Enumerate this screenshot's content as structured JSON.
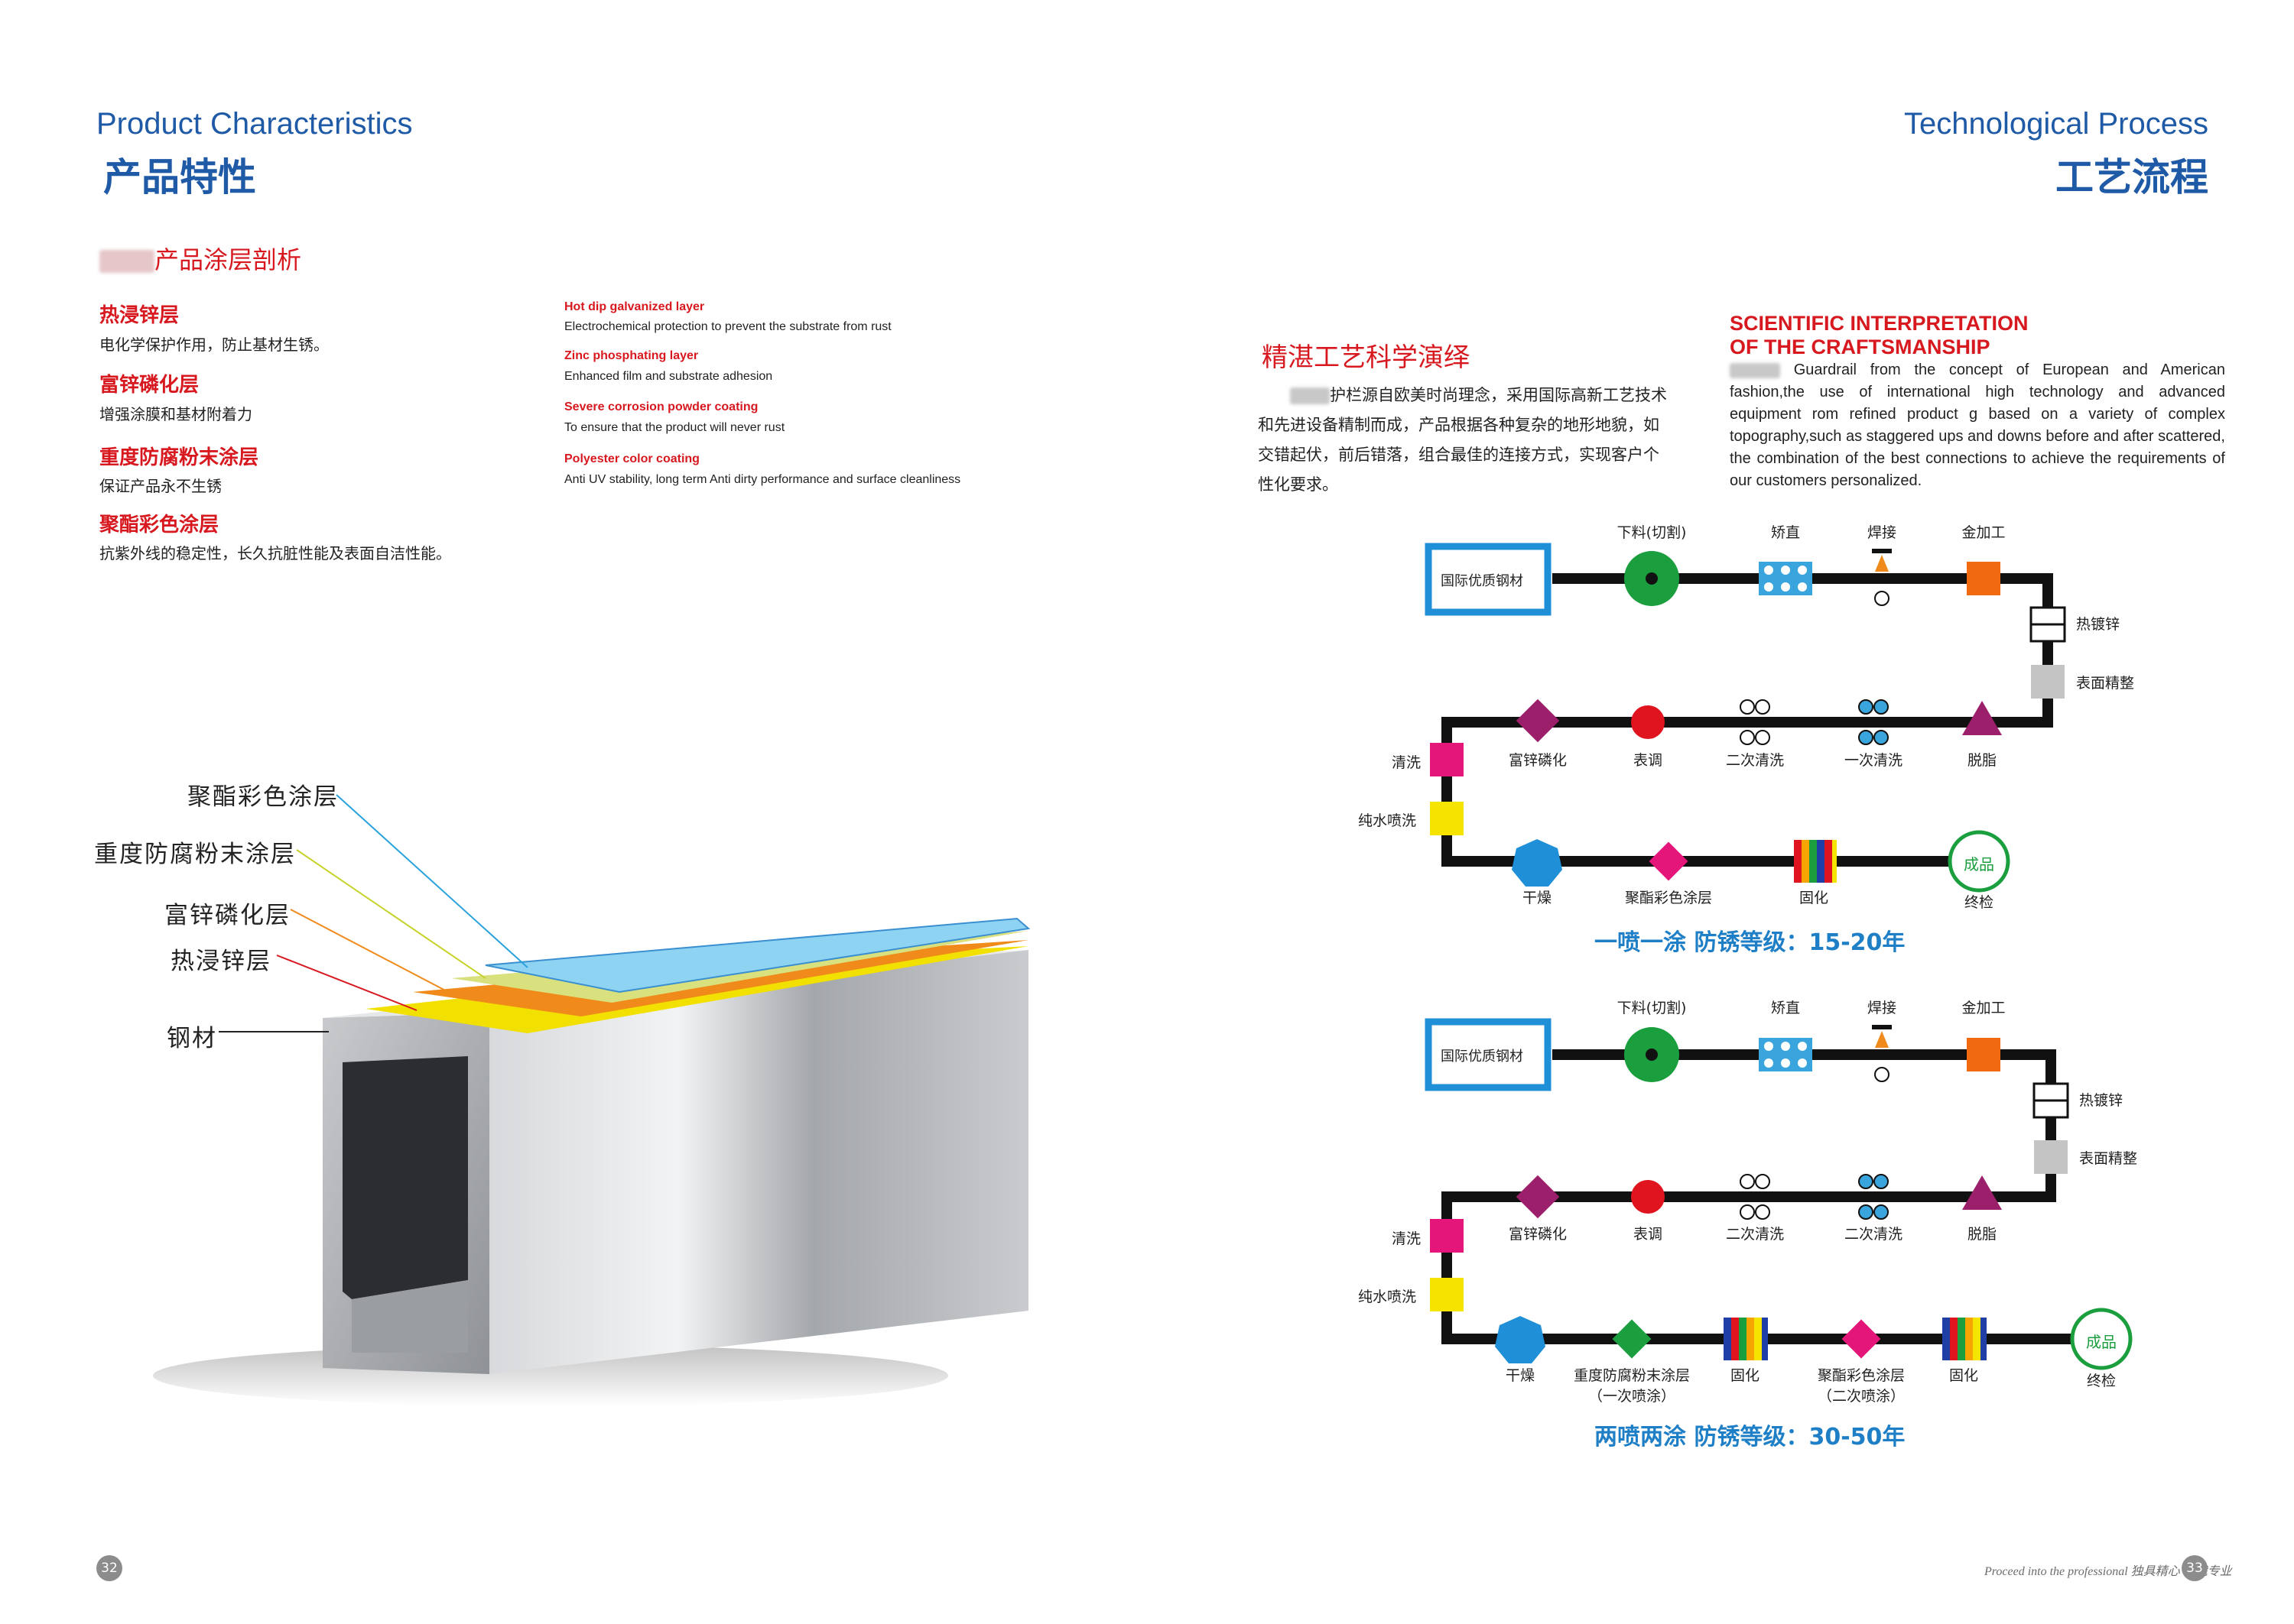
{
  "left": {
    "heading_en": "Product Characteristics",
    "heading_cn": "产品特性",
    "section_title": "产品涂层剖析",
    "layers": [
      {
        "cn": "热浸锌层",
        "cn_desc": "电化学保护作用，防止基材生锈。",
        "en": "Hot dip galvanized layer",
        "en_desc": "Electrochemical protection to prevent the substrate from rust"
      },
      {
        "cn": "富锌磷化层",
        "cn_desc": "增强涂膜和基材附着力",
        "en": "Zinc phosphating layer",
        "en_desc": "Enhanced film and substrate adhesion"
      },
      {
        "cn": "重度防腐粉末涂层",
        "cn_desc": "保证产品永不生锈",
        "en": "Severe corrosion powder coating",
        "en_desc": "To ensure that the product will never rust"
      },
      {
        "cn": "聚酯彩色涂层",
        "cn_desc": "抗紫外线的稳定性，长久抗脏性能及表面自洁性能。",
        "en": "Polyester color coating",
        "en_desc": "Anti UV stability, long term Anti dirty performance and surface cleanliness"
      }
    ],
    "diagram_labels": {
      "polyester": "聚酯彩色涂层",
      "powder": "重度防腐粉末涂层",
      "phosphate": "富锌磷化层",
      "galvanized": "热浸锌层",
      "steel": "钢材"
    },
    "page_number": "32"
  },
  "right": {
    "heading_en": "Technological Process",
    "heading_cn": "工艺流程",
    "title_cn": "精湛工艺科学演绎",
    "para_cn": "护栏源自欧美时尚理念，采用国际高新工艺技术和先进设备精制而成，产品根据各种复杂的地形地貌，如交错起伏，前后错落，组合最佳的连接方式，实现客户个性化要求。",
    "title_en_1": "SCIENTIFIC INTERPRETATION",
    "title_en_2": "OF THE CRAFTSMANSHIP",
    "para_en": "Guardrail from the concept of European and American fashion,the use of international high technology and advanced equipment rom refined product g based on a variety of complex topography,such as staggered ups and downs before and after scattered, the combination of the best connections to achieve the requirements of our customers personalized.",
    "flow1": {
      "start": "国际优质钢材",
      "top": [
        "下料(切割)",
        "矫直",
        "焊接",
        "金加工"
      ],
      "right": [
        "热镀锌",
        "表面精整"
      ],
      "middle": [
        "富锌磷化",
        "表调",
        "二次清洗",
        "一次清洗",
        "脱脂"
      ],
      "left": [
        "清洗",
        "纯水喷洗"
      ],
      "bottom": [
        "干燥",
        "聚酯彩色涂层",
        "固化",
        "终检"
      ],
      "end_badge": "成品",
      "grade": "一喷一涂  防锈等级：15-20年"
    },
    "flow2": {
      "start": "国际优质钢材",
      "top": [
        "下料(切割)",
        "矫直",
        "焊接",
        "金加工"
      ],
      "right": [
        "热镀锌",
        "表面精整"
      ],
      "middle": [
        "富锌磷化",
        "表调",
        "二次清洗",
        "二次清洗",
        "脱脂"
      ],
      "left": [
        "清洗",
        "纯水喷洗"
      ],
      "bottom": [
        "干燥",
        "重度防腐粉末涂层",
        "（一次喷涂）",
        "固化",
        "聚酯彩色涂层",
        "（二次喷涂）",
        "固化",
        "终检"
      ],
      "end_badge": "成品",
      "grade": "两喷两涂  防锈等级：30-50年"
    },
    "footer_slogan": "Proceed into the professional 独具精心 铸就专业",
    "page_number": "33"
  },
  "colors": {
    "heading_blue": "#1f5aa6",
    "accent_red": "#d7191f",
    "grade_blue": "#1f7fc6",
    "flow_line": "#111111",
    "start_box_border": "#1f8fd8",
    "finish_green": "#1b9e3e"
  }
}
